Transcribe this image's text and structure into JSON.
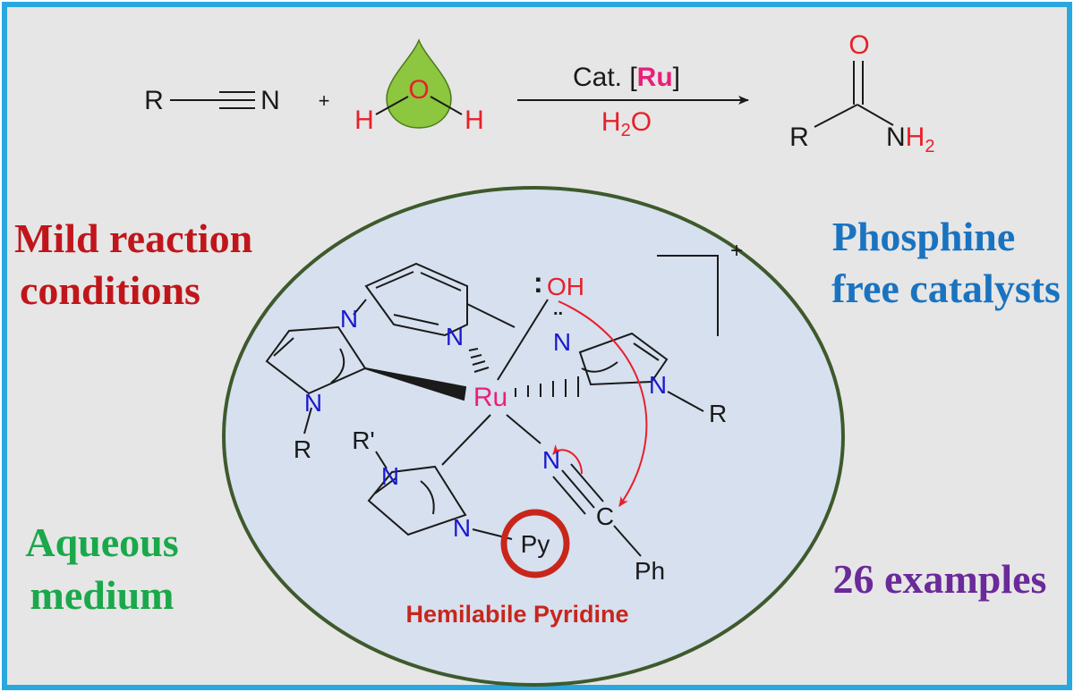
{
  "reaction": {
    "reactant_r": "R",
    "reactant_n": "N",
    "plus": "+",
    "water_o": "O",
    "water_h1": "H",
    "water_h2": "H",
    "catalyst_prefix": "Cat. [",
    "catalyst_metal": "Ru",
    "catalyst_suffix": "]",
    "solvent_h": "H",
    "solvent_sub": "2",
    "solvent_o": "O",
    "product_o": "O",
    "product_r": "R",
    "product_n": "N",
    "product_h": "H",
    "product_sub": "2"
  },
  "labels": {
    "mild_line1": "Mild reaction",
    "mild_line2": "conditions",
    "phosphine_line1": "Phosphine",
    "phosphine_line2": "free catalysts",
    "aqueous_line1": "Aqueous",
    "aqueous_line2": "medium",
    "examples": "26 examples"
  },
  "complex": {
    "charge": "+",
    "lone_pair": ":",
    "hydroxide": "OH",
    "metal": "Ru",
    "n_pyridine": "N",
    "n_left_top": "N",
    "n_left_bottom": "N",
    "r_left": "R",
    "n_right_top": "N",
    "n_right_bottom": "N",
    "r_right": "R",
    "r_prime": "R'",
    "n_lower_top": "N",
    "n_lower_bottom": "N",
    "py": "Py",
    "n_nitrile": "N",
    "c_nitrile": "C",
    "ph": "Ph",
    "hemilabile": "Hemilabile Pyridine"
  },
  "colors": {
    "frame": "#29a8e0",
    "background": "#e6e6e6",
    "ellipse_fill": "#d6e0ef",
    "ellipse_stroke": "#3e5a2c",
    "drop_fill": "#8dc63f",
    "red": "#e8202a",
    "ruthenium": "#e8207a",
    "blue": "#1a1acc",
    "mild": "#c0161b",
    "phosphine": "#1a73c0",
    "aqueous": "#1aa84a",
    "examples": "#6a2a9a",
    "ring": "#c8261b"
  }
}
